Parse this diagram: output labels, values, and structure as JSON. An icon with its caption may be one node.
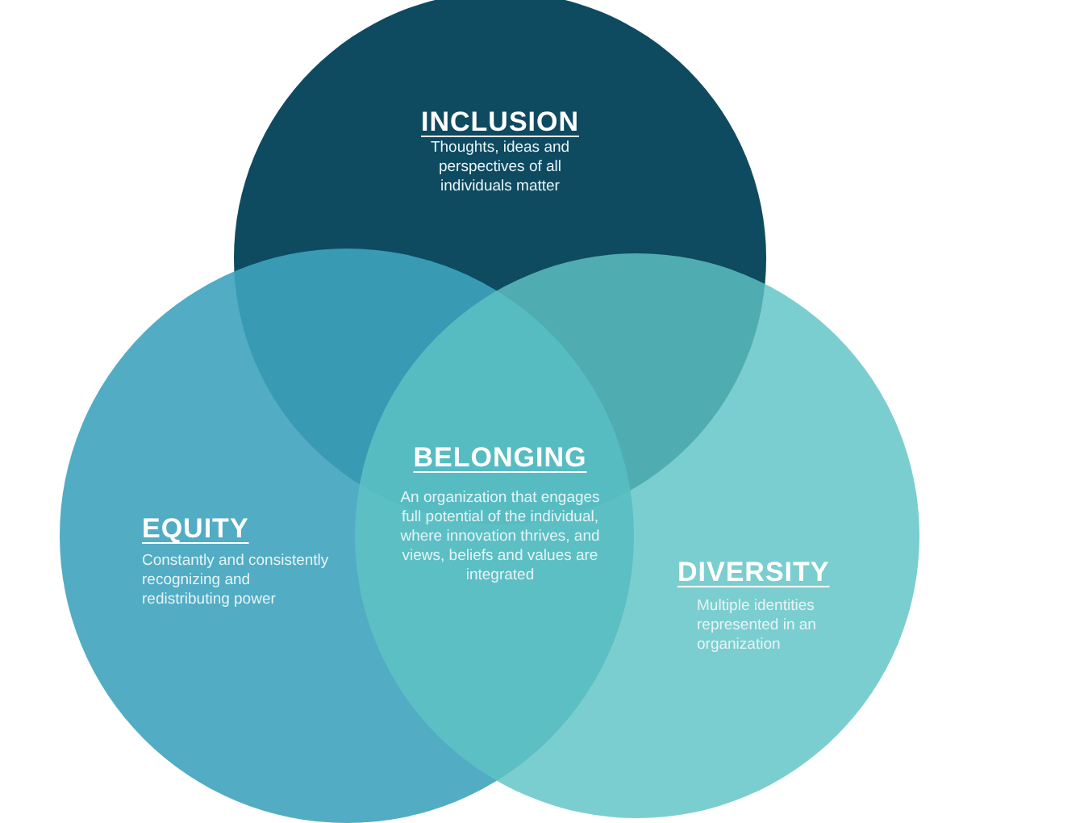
{
  "diagram": {
    "nodes": [
      {
        "text": [
          "INCLUSION",
          "Thoughts, ideas and perspectives of all individuals matter"
        ]
      },
      {
        "text": [
          "EQUITY",
          "Constantly and consistently recognizing and redistributing power"
        ]
      },
      {
        "text": [
          "DIVERSITY",
          "Multiple identities represented in an organization"
        ]
      },
      {
        "text": [
          "BELONGING",
          "An organization that engages full potential of the individual, where innovation thrives, and views, beliefs and values are integrated"
        ]
      }
    ]
  }
}
